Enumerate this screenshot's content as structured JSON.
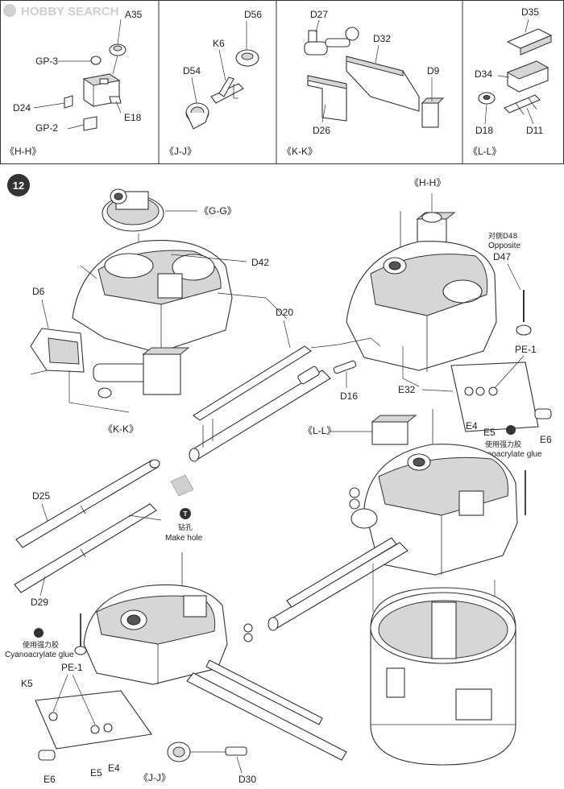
{
  "watermark": "HOBBY SEARCH",
  "step_number": "12",
  "top_panels": {
    "hh": {
      "caption": "《H-H》",
      "parts": [
        "A35",
        "GP-3",
        "D24",
        "E18",
        "GP-2"
      ]
    },
    "jj": {
      "caption": "《J-J》",
      "parts": [
        "D56",
        "K6",
        "D54"
      ]
    },
    "kk": {
      "caption": "《K-K》",
      "parts": [
        "D27",
        "D32",
        "D9",
        "D26"
      ]
    },
    "ll": {
      "caption": "《L-L》",
      "parts": [
        "D35",
        "D34",
        "D18",
        "D11"
      ]
    }
  },
  "main": {
    "callouts": {
      "gg": "《G-G》",
      "hh": "《H-H》",
      "kk": "《K-K》",
      "ll": "《L-L》",
      "jj": "《J-J》"
    },
    "parts": {
      "d42": "D42",
      "d6": "D6",
      "d20": "D20",
      "d16": "D16",
      "e32": "E32",
      "e4_top": "E4",
      "e5_top": "E5",
      "e6_top": "E6",
      "pe1_top": "PE-1",
      "d47": "D47",
      "d25": "D25",
      "d29": "D29",
      "k5": "K5",
      "pe1_bottom": "PE-1",
      "e6_bottom": "E6",
      "e5_bottom": "E5",
      "e4_bottom": "E4",
      "d30": "D30"
    },
    "notes": {
      "opposite_cn": "对侧D48",
      "opposite_en": "Opposite",
      "glue_cn_top": "使用强力胶",
      "glue_en_top": "Cyanoacrylate glue",
      "drill_cn": "钻孔",
      "drill_en": "Make hole",
      "glue_cn_bottom": "使用强力胶",
      "glue_en_bottom": "Cyanoacrylate glue"
    }
  }
}
